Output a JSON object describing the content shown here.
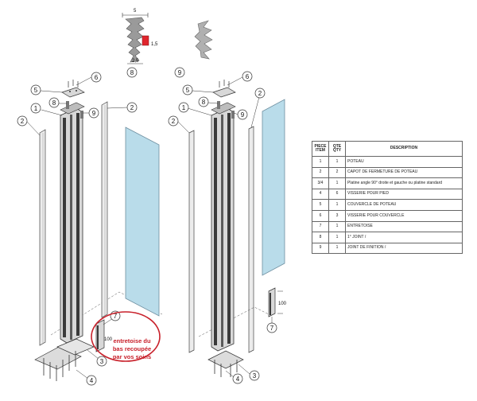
{
  "diagram": {
    "dimensions": {
      "top_width": "5",
      "gap": "1,5",
      "bottom_width": "2,5",
      "trim_height": "100"
    },
    "callouts": {
      "n1": "1",
      "n2": "2",
      "n3": "3",
      "n4": "4",
      "n5": "5",
      "n6": "6",
      "n7": "7",
      "n8": "8",
      "n9": "9"
    },
    "note_lines": [
      "entretoise du",
      "bas recoupée",
      "par vos soins"
    ],
    "colors": {
      "glass": "#b9dcea",
      "glass_edge": "#6e8fa0",
      "profile_dark": "#3a3a3a",
      "profile_grey": "#a8a8a8",
      "seal_red": "#e0252d",
      "note_red": "#c8202a"
    }
  },
  "table": {
    "headers": {
      "item": "PIECE ITEM",
      "qty": "QTE QTY",
      "desc": "DESCRIPTION"
    },
    "rows": [
      {
        "item": "1",
        "qty": "1",
        "desc": "POTEAU"
      },
      {
        "item": "2",
        "qty": "2",
        "desc": "CAPOT DE FERMETURE DE POTEAU"
      },
      {
        "item": "3/4",
        "qty": "1",
        "desc": "Platine angle 90° droite et gauche  ou platine standard"
      },
      {
        "item": "4",
        "qty": "6",
        "desc": "VISSERIE POUR PIED"
      },
      {
        "item": "5",
        "qty": "1",
        "desc": "COUVERCLE DE POTEAU"
      },
      {
        "item": "6",
        "qty": "3",
        "desc": "VISSERIE POUR COUVERCLE"
      },
      {
        "item": "7",
        "qty": "1",
        "desc": "ENTRETOISE"
      },
      {
        "item": "8",
        "qty": "1",
        "desc": "1° JOINT /"
      },
      {
        "item": "9",
        "qty": "1",
        "desc": "JOINT DE FINITION /"
      }
    ]
  }
}
